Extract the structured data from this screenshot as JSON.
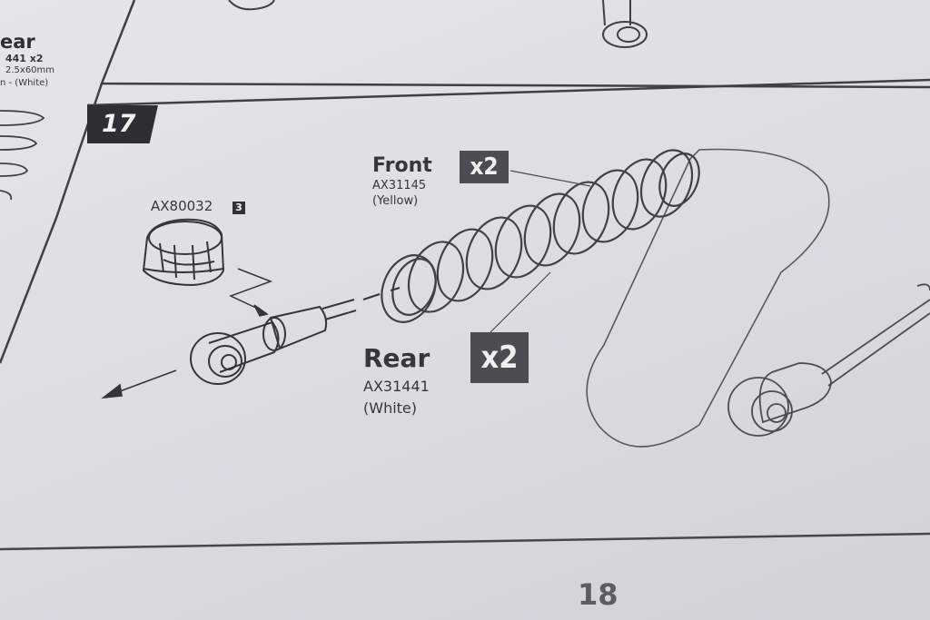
{
  "step": {
    "number": "17"
  },
  "top_left_fragment": {
    "title": "ear",
    "part_line": "441  x2",
    "size": "2.5x60mm",
    "color": "n - (White)"
  },
  "bushing": {
    "part_number": "AX80032",
    "qty_marker": "3"
  },
  "front_spring": {
    "label": "Front",
    "qty": "x2",
    "part_number": "AX31145",
    "color": "(Yellow)"
  },
  "rear_spring": {
    "label": "Rear",
    "qty": "x2",
    "part_number": "AX31441",
    "color": "(White)"
  },
  "page_number": "18"
}
